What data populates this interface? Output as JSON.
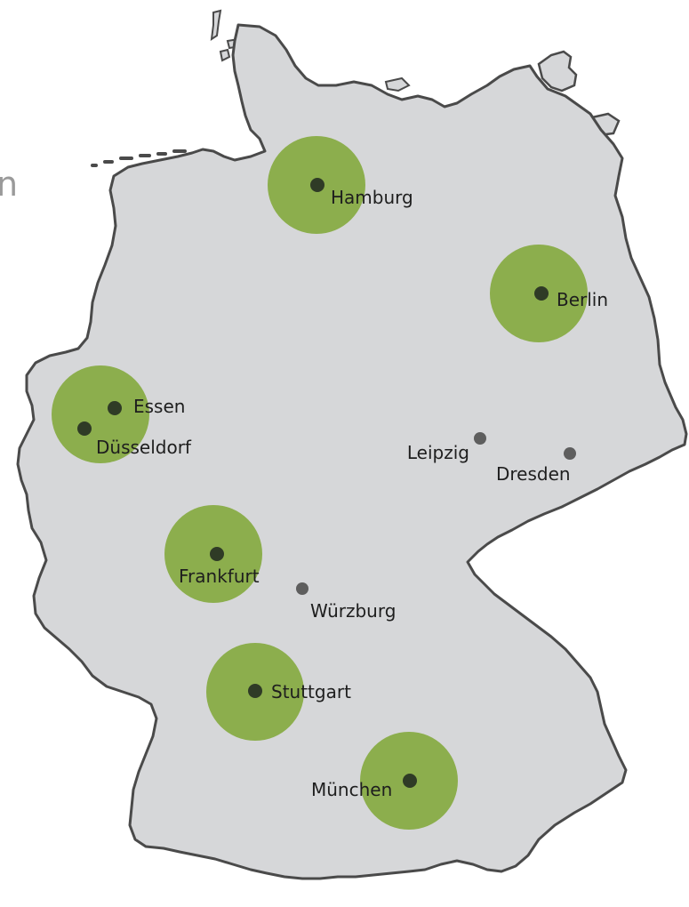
{
  "edge_text": "n",
  "colors": {
    "land": "#d6d7d9",
    "border": "#4a4a4a",
    "region_circle": "#8cae4d",
    "major_dot": "#2f3b26",
    "minor_dot": "#5e5e5e",
    "label": "#1e1e1e"
  },
  "cities": [
    {
      "id": "hamburg",
      "name": "Hamburg",
      "tier": "major"
    },
    {
      "id": "berlin",
      "name": "Berlin",
      "tier": "major"
    },
    {
      "id": "essen",
      "name": "Essen",
      "tier": "major"
    },
    {
      "id": "duesseldorf",
      "name": "Düsseldorf",
      "tier": "major"
    },
    {
      "id": "leipzig",
      "name": "Leipzig",
      "tier": "minor"
    },
    {
      "id": "dresden",
      "name": "Dresden",
      "tier": "minor"
    },
    {
      "id": "frankfurt",
      "name": "Frankfurt",
      "tier": "major"
    },
    {
      "id": "wuerzburg",
      "name": "Würzburg",
      "tier": "minor"
    },
    {
      "id": "stuttgart",
      "name": "Stuttgart",
      "tier": "major"
    },
    {
      "id": "muenchen",
      "name": "München",
      "tier": "major"
    }
  ]
}
